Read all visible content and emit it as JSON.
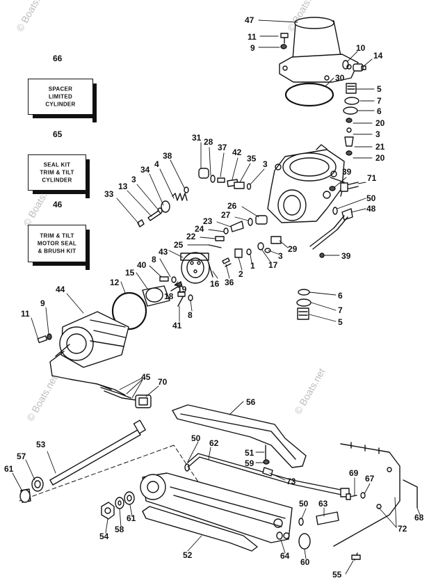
{
  "watermarks": [
    "© Boats.net",
    "© Boats.net",
    "© Boats.net",
    "© Boats.net",
    "© Boats.net"
  ],
  "kits": [
    {
      "number": "66",
      "text": "SPACER\nLIMITED\nCYLINDER"
    },
    {
      "number": "65",
      "text": "SEAL KIT\nTRIM & TILT\nCYLINDER"
    },
    {
      "number": "46",
      "text": "TRIM & TILT\nMOTOR SEAL\n& BRUSH KIT"
    }
  ],
  "callouts": [
    "47",
    "11",
    "9",
    "10",
    "14",
    "30",
    "5",
    "7",
    "6",
    "20",
    "3",
    "21",
    "20",
    "31",
    "28",
    "37",
    "42",
    "35",
    "3",
    "38",
    "4",
    "34",
    "3",
    "13",
    "33",
    "39",
    "71",
    "50",
    "48",
    "26",
    "27",
    "23",
    "24",
    "22",
    "25",
    "43",
    "8",
    "40",
    "15",
    "12",
    "19",
    "18",
    "16",
    "36",
    "2",
    "1",
    "29",
    "3",
    "17",
    "39",
    "6",
    "7",
    "5",
    "44",
    "11",
    "9",
    "41",
    "8",
    "45",
    "70",
    "56",
    "50",
    "62",
    "51",
    "59",
    "73",
    "57",
    "53",
    "61",
    "69",
    "67",
    "68",
    "50",
    "63",
    "72",
    "54",
    "58",
    "61",
    "52",
    "64",
    "60",
    "55"
  ]
}
